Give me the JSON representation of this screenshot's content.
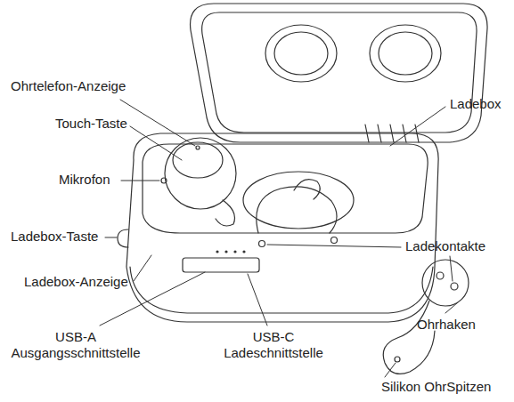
{
  "diagram": {
    "labels": [
      "Ohrtelefon-Anzeige",
      "Touch-Taste",
      "Mikrofon",
      "Ladebox-Taste",
      "Ladebox-Anzeige",
      "USB-A Ausgangsschnittstelle",
      "USB-C Ladeschnittstelle",
      "Ladebox",
      "Ladekontakte",
      "Ohrhaken",
      "Silikon OhrSpitzen"
    ]
  }
}
